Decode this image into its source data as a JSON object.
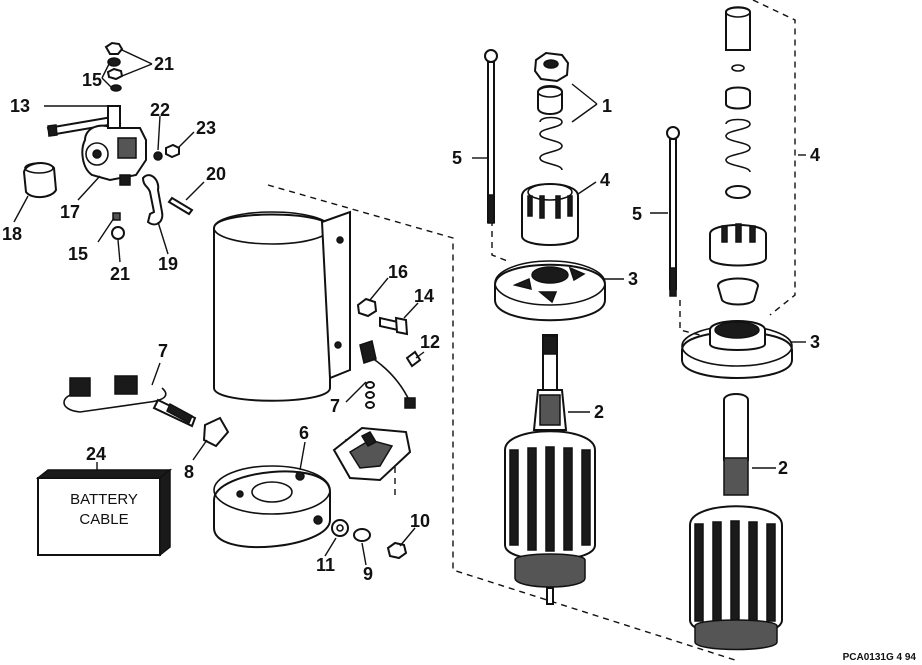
{
  "callouts": {
    "c1": "1",
    "c2a": "2",
    "c2b": "2",
    "c3a": "3",
    "c3b": "3",
    "c4a": "4",
    "c4b": "4",
    "c5a": "5",
    "c5b": "5",
    "c6": "6",
    "c7a": "7",
    "c7b": "7",
    "c8": "8",
    "c9": "9",
    "c10": "10",
    "c11": "11",
    "c12": "12",
    "c13": "13",
    "c14": "14",
    "c15a": "15",
    "c15b": "15",
    "c16": "16",
    "c17": "17",
    "c18": "18",
    "c19": "19",
    "c20": "20",
    "c21a": "21",
    "c21b": "21",
    "c22": "22",
    "c23": "23",
    "c24": "24"
  },
  "battery_box": {
    "line1": "BATTERY",
    "line2": "CABLE"
  },
  "figure_code": "PCA0131G   4 94"
}
